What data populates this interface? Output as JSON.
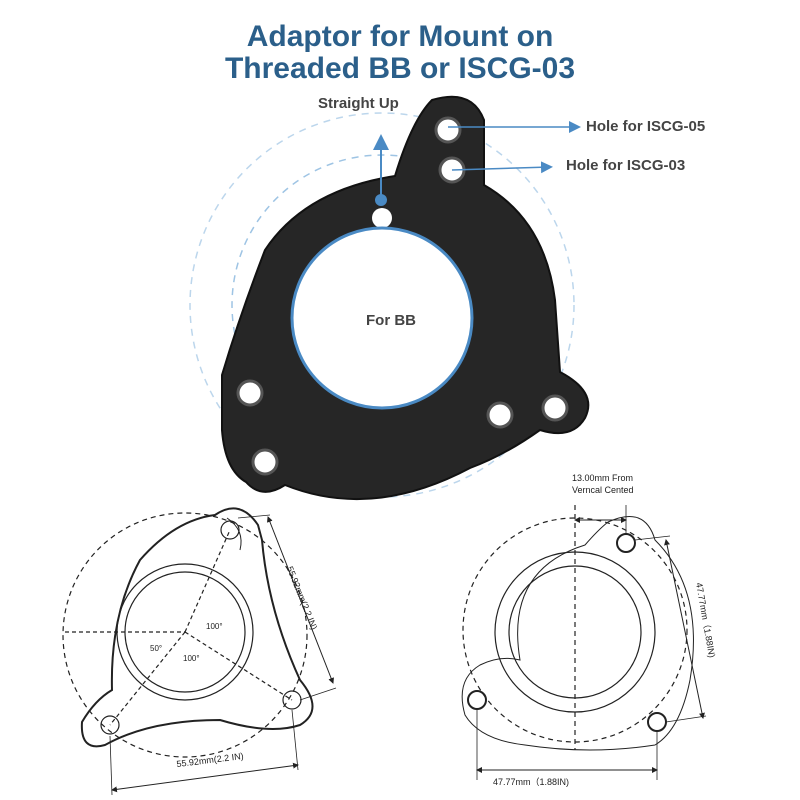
{
  "title": {
    "line1": "Adaptor for Mount on",
    "line2": "Threaded BB or ISCG-03"
  },
  "photo_labels": {
    "straight_up": "Straight Up",
    "iscg05": "Hole for ISCG-05",
    "iscg03": "Hole for ISCG-03",
    "bb": "For BB"
  },
  "left_drawing": {
    "dim_right": "55.92mm(2.2 IN)",
    "dim_bottom": "55.92mm(2.2 IN)",
    "angle_top": "100°",
    "angle_bottom": "100°",
    "angle_left": "50°"
  },
  "right_drawing": {
    "note_line1": "13.00mm From",
    "note_line2": "Verncal Cented",
    "dim_right": "47.77mm（1.88IN)",
    "dim_bottom": "47.77mm（1.88IN)"
  },
  "colors": {
    "title": "#2b5f8a",
    "accent": "#4a8ac4",
    "plate": "#262626",
    "dashed": "#a9cbe6"
  }
}
